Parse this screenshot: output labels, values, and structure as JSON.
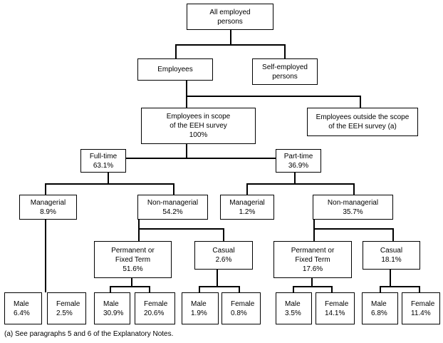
{
  "root": {
    "line1": "All employed",
    "line2": "persons"
  },
  "employees": {
    "label": "Employees"
  },
  "self_employed": {
    "line1": "Self-employed",
    "line2": "persons"
  },
  "in_scope": {
    "line1": "Employees in scope",
    "line2": "of the EEH survey",
    "value": "100%"
  },
  "outside_scope": {
    "line1": "Employees outside the scope",
    "line2": "of the EEH survey (a)"
  },
  "full_time": {
    "label": "Full-time",
    "value": "63.1%"
  },
  "part_time": {
    "label": "Part-time",
    "value": "36.9%"
  },
  "ft_managerial": {
    "label": "Managerial",
    "value": "8.9%"
  },
  "ft_nonmanagerial": {
    "label": "Non-managerial",
    "value": "54.2%"
  },
  "pt_managerial": {
    "label": "Managerial",
    "value": "1.2%"
  },
  "pt_nonmanagerial": {
    "label": "Non-managerial",
    "value": "35.7%"
  },
  "ft_permanent": {
    "line1": "Permanent or",
    "line2": "Fixed Term",
    "value": "51.6%"
  },
  "ft_casual": {
    "label": "Casual",
    "value": "2.6%"
  },
  "pt_permanent": {
    "line1": "Permanent or",
    "line2": "Fixed Term",
    "value": "17.6%"
  },
  "pt_casual": {
    "label": "Casual",
    "value": "18.1%"
  },
  "leaves": [
    {
      "label": "Male",
      "value": "6.4%"
    },
    {
      "label": "Female",
      "value": "2.5%"
    },
    {
      "label": "Male",
      "value": "30.9%"
    },
    {
      "label": "Female",
      "value": "20.6%"
    },
    {
      "label": "Male",
      "value": "1.9%"
    },
    {
      "label": "Female",
      "value": "0.8%"
    },
    {
      "label": "Male",
      "value": "3.5%"
    },
    {
      "label": "Female",
      "value": "14.1%"
    },
    {
      "label": "Male",
      "value": "6.8%"
    },
    {
      "label": "Female",
      "value": "11.4%"
    }
  ],
  "footnote": "(a) See paragraphs 5 and 6 of the Explanatory Notes."
}
